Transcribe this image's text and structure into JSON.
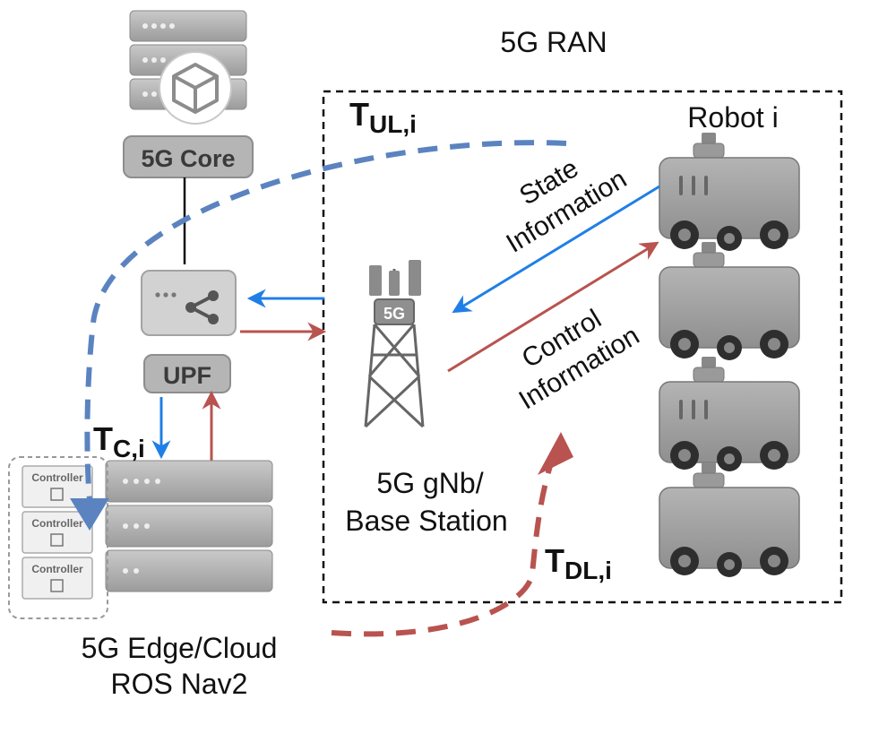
{
  "title": "5G RAN",
  "core": {
    "label": "5G Core"
  },
  "upf": {
    "label": "UPF"
  },
  "edge": {
    "line1": "5G Edge/Cloud",
    "line2": "ROS Nav2"
  },
  "controllers": [
    "Controller",
    "Controller",
    "Controller"
  ],
  "gnb": {
    "badge": "5G",
    "line1": "5G gNb/",
    "line2": "Base Station"
  },
  "robot": {
    "label": "Robot i"
  },
  "flows": {
    "state": {
      "line1": "State",
      "line2": "Information"
    },
    "control": {
      "line1": "Control",
      "line2": "Information"
    }
  },
  "latency": {
    "ul": {
      "main": "T",
      "sub": "UL,i"
    },
    "c": {
      "main": "T",
      "sub": "C,i"
    },
    "dl": {
      "main": "T",
      "sub": "DL,i"
    }
  },
  "colors": {
    "blue": "#1f7fe6",
    "red": "#b8534f",
    "dashed_blue": "#5b83c0",
    "dashed_red": "#b8534f",
    "device_gray": "#9a9a9a"
  }
}
